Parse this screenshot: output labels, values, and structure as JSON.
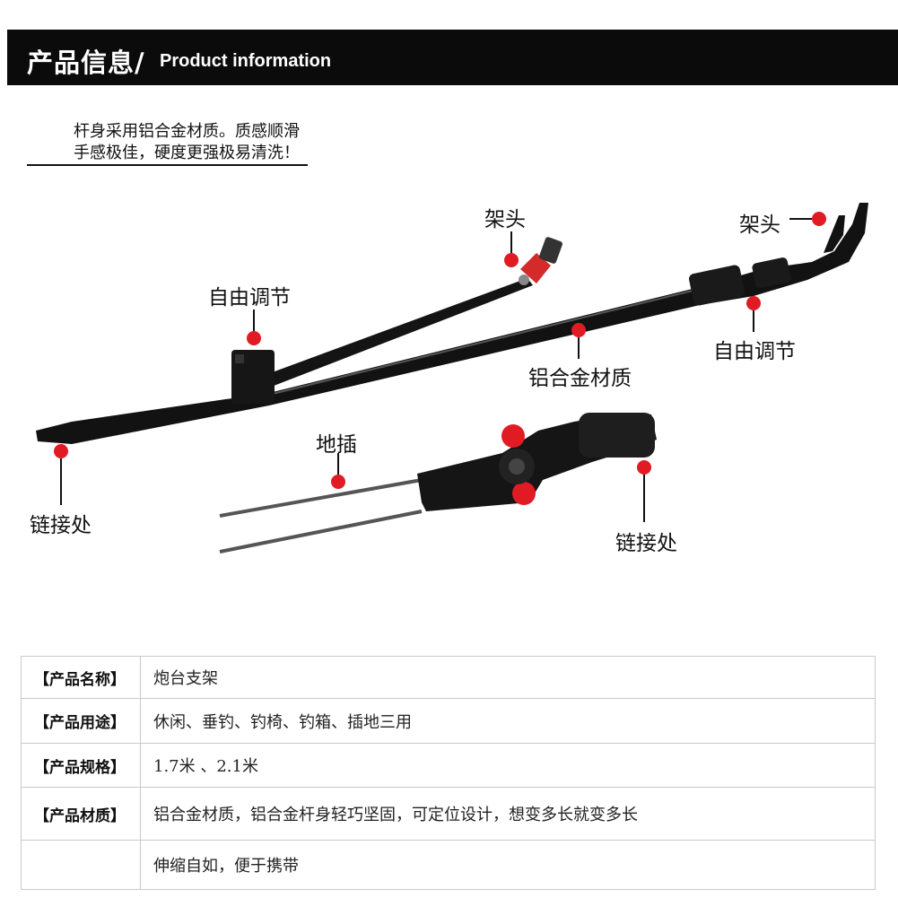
{
  "header": {
    "title_cn": "产品信息/",
    "title_en": "Product information",
    "background": "#0b0b0b"
  },
  "description": {
    "line1": "杆身采用铝合金材质。质感顺滑",
    "line2": "手感极佳，硬度更强极易清洗！"
  },
  "callouts": {
    "frame_head_left": "架头",
    "frame_head_right": "架头",
    "adjust_left": "自由调节",
    "adjust_right": "自由调节",
    "material": "铝合金材质",
    "ground_stake": "地插",
    "joint_left": "链接处",
    "joint_right": "链接处"
  },
  "accent_color": "#e01b24",
  "specs": [
    {
      "key": "【产品名称】",
      "value": "炮台支架"
    },
    {
      "key": "【产品用途】",
      "value": "休闲、垂钓、钓椅、钓箱、插地三用"
    },
    {
      "key": "【产品规格】",
      "value": "1.7米 、2.1米"
    },
    {
      "key": "【产品材质】",
      "value": "铝合金材质，铝合金杆身轻巧坚固，可定位设计，想变多长就变多长"
    },
    {
      "key": "",
      "value": "伸缩自如，便于携带"
    }
  ]
}
